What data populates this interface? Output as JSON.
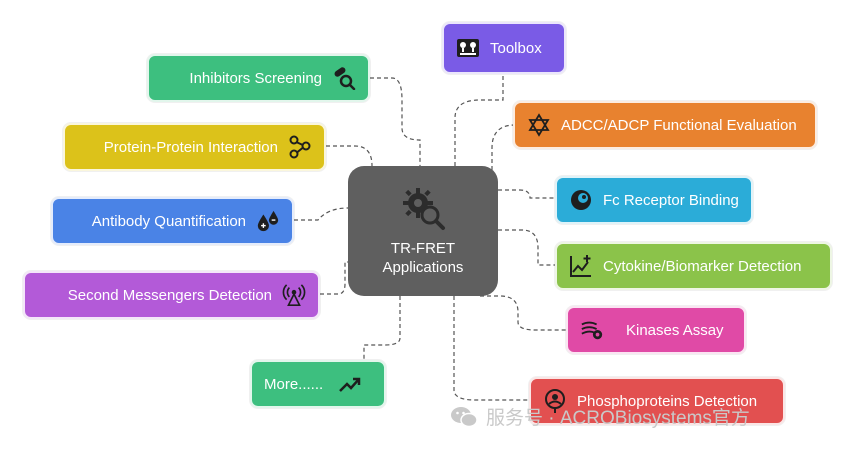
{
  "center": {
    "line1": "TR-FRET",
    "line2": "Applications",
    "icon": "gear-magnifier-icon"
  },
  "nodes": [
    {
      "label": "Toolbox",
      "color": "#7a5be6",
      "icon": "toolbox-icon"
    },
    {
      "label": "Inhibitors Screening",
      "color": "#3dbf7f",
      "icon": "pill-search-icon"
    },
    {
      "label": "ADCC/ADCP Functional Evaluation",
      "color": "#e8822f",
      "icon": "star-of-david-icon"
    },
    {
      "label": "Protein-Protein Interaction",
      "color": "#dcc21a",
      "icon": "network-nodes-icon"
    },
    {
      "label": "Fc Receptor Binding",
      "color": "#2bacd8",
      "icon": "fc-receptor-icon"
    },
    {
      "label": "Antibody Quantification",
      "color": "#4a83e6",
      "icon": "droplets-plus-minus-icon"
    },
    {
      "label": "Cytokine/Biomarker Detection",
      "color": "#8bc34a",
      "icon": "chart-plus-icon"
    },
    {
      "label": "Second Messengers Detection",
      "color": "#b35ad8",
      "icon": "broadcast-icon"
    },
    {
      "label": "Kinases Assay",
      "color": "#e04aa6",
      "icon": "kinase-icon"
    },
    {
      "label": "More......",
      "color": "#3dbf7f",
      "icon": "trending-up-icon"
    },
    {
      "label": "Phosphoproteins Detection",
      "color": "#e25050",
      "icon": "search-person-icon"
    }
  ],
  "watermark": {
    "text": "服务号 · ACROBiosystems官方",
    "icon": "wechat-icon"
  }
}
